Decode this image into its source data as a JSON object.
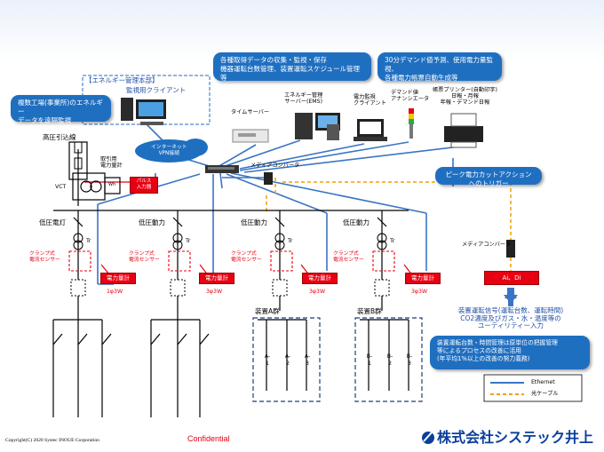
{
  "header": {
    "energy_hq": "【エネルギー管理本部】",
    "monitor_client": "監視用クライアント",
    "multi_factory_callout": [
      "複数工場(事業所)のエネルギー",
      "データを遠隔監視"
    ],
    "ems_callout": [
      "各種取得データの収集・監視・保存",
      "機器運転台数管理、装置運転スケジュール管理等"
    ],
    "demand_callout": [
      "30分デマンド値予測、使用電力量監視、",
      "各種電力帳票自動生成等"
    ],
    "time_server": "タイムサーバー",
    "ems_server": [
      "エネルギー管理",
      "サーバー(EMS)"
    ],
    "power_client": [
      "電力監視",
      "クライアント"
    ],
    "demand_annunciator": [
      "デマンド値",
      "アナンシエータ"
    ],
    "report_printer": [
      "帳票プリンター(自動印字)",
      "日報・月報",
      "年報・デマンド日報"
    ],
    "internet_vpn": [
      "インターネット",
      "VPN接続"
    ],
    "media_converter_top": "メディアコンバータ",
    "peak_callout": "ピーク電力カットアクションへのトリガー"
  },
  "left": {
    "hv_intake": "高圧引込線",
    "trade_meter": [
      "取引用",
      "電力量計"
    ],
    "vct": "VCT",
    "wh": "Wh",
    "pulse_board": [
      "パルス",
      "入力器"
    ]
  },
  "feeders": [
    {
      "title": "低圧電灯",
      "sensor": [
        "クランプ式",
        "電流センサー"
      ],
      "meter": "電力量計",
      "phase": "1φ3W"
    },
    {
      "title": "低圧動力",
      "sensor": [
        "クランプ式",
        "電流センサー"
      ],
      "meter": "電力量計",
      "phase": "3φ3W"
    },
    {
      "title": "低圧動力",
      "sensor": [
        "クランプ式",
        "電流センサー"
      ],
      "meter": "電力量計",
      "phase": "3φ3W"
    },
    {
      "title": "低圧動力",
      "sensor": [
        "クランプ式",
        "電流センサー"
      ],
      "meter": "電力量計",
      "phase": "3φ3W"
    }
  ],
  "tr_label": "Tr",
  "devices": {
    "group_a": {
      "title": "装置A群",
      "items": [
        "A-1",
        "A-2",
        "A-3"
      ]
    },
    "group_b": {
      "title": "装置B群",
      "items": [
        "B-1",
        "B-2",
        "B-3"
      ]
    }
  },
  "right": {
    "media_converter": "メディアコンバータ",
    "ai_di": "Ai、Di",
    "device_signals": [
      "装置運転信号(運転台数、運転時間)",
      "CO2濃度及びガス・水・温度等の",
      "ユーティリティー入力"
    ],
    "note": [
      "装置運転台数・時間管理は原単位の把握管理",
      "等によるプロセスの改善に活用",
      "(年平均1%以上の改善の努力義務)"
    ]
  },
  "legend": {
    "ethernet": "Ethernet",
    "optical": "光ケーブル"
  },
  "footer": {
    "copyright": "Copyright(C) 2020 Systec INOUE Corporation",
    "confidential": "Confidential",
    "company": "株式会社システック井上"
  },
  "colors": {
    "blue_line": "#3a75c4",
    "callout": "#1f6fc1",
    "red": "#e60012",
    "orange_dash": "#f0a000"
  }
}
